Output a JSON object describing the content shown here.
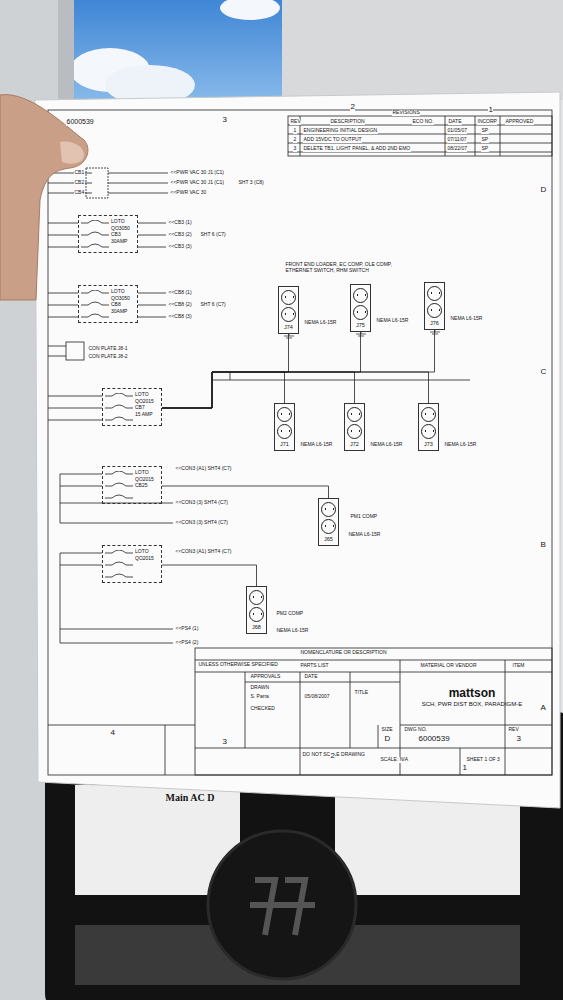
{
  "diagram": {
    "nodes": [
      {
        "text": [
          "LOTO",
          "QO3050",
          "CB3",
          "30AMP"
        ]
      },
      {
        "text": [
          "LOTO",
          "QO3050",
          "CB8",
          "30AMP"
        ]
      },
      {
        "text": [
          "LOTO",
          "QO2015",
          "CB7",
          "15 AMP"
        ]
      },
      {
        "text": [
          "LOTO",
          "QO2015",
          "CB25"
        ]
      },
      {
        "text": [
          "LOTO",
          "QO2015"
        ]
      },
      {
        "text": [
          "J74"
        ]
      },
      {
        "text": [
          "J75"
        ]
      },
      {
        "text": [
          "J76"
        ]
      },
      {
        "text": [
          "J71"
        ]
      },
      {
        "text": [
          "J72"
        ]
      },
      {
        "text": [
          "J73"
        ]
      },
      {
        "text": [
          "J65"
        ]
      },
      {
        "text": [
          "J68"
        ]
      },
      {
        "text": [
          "mattson",
          "SCH, PWR DIST BOX, PARADIGM-E"
        ]
      }
    ],
    "edges": [
      {
        "from": 2,
        "to": 5,
        "arrow": "none"
      },
      {
        "from": 2,
        "to": 6,
        "arrow": "none"
      },
      {
        "from": 2,
        "to": 7,
        "arrow": "none"
      },
      {
        "from": 2,
        "to": 8,
        "arrow": "none"
      },
      {
        "from": 2,
        "to": 9,
        "arrow": "none"
      },
      {
        "from": 2,
        "to": 10,
        "arrow": "none"
      },
      {
        "from": 3,
        "to": 11,
        "arrow": "none"
      },
      {
        "from": 4,
        "to": 12,
        "arrow": "none"
      }
    ],
    "labels": [
      "6000539",
      "3",
      "2",
      "1",
      "REVISIONS",
      "REV",
      "DESCRIPTION",
      "ECO NO.",
      "DATE",
      "INCORP",
      "APPROVED",
      "1",
      "ENGINEERING INITIAL DESIGN",
      "01/05/07",
      "SP",
      "2",
      "ADD 15VDC TO OUTPUT",
      "07/11/07",
      "SP",
      "3",
      "DELETE TB1, LIGHT PANEL, & ADD 2ND EMO",
      "08/22/07",
      "SP",
      "D",
      "C",
      "B",
      "A",
      "CB1",
      "CB2",
      "CB4",
      "<<PWR VAC 30 J1 (C1)",
      "<<PWR VAC 30 J1 (C1)",
      "<<PWR VAC 30",
      "SHT 3 (C8)",
      "<<CB3 (1)",
      "<<CB3 (2)",
      "<<CB3 (3)",
      "SHT 6 (C7)",
      "<<CB8 (1)",
      "<<CB8 (2)",
      "<<CB8 (3)",
      "SHT 6 (C7)",
      "CON PLATE J8-1",
      "CON PLATE J8-2",
      "FRONT END LOADER, EC COMP, OLE COMP, ETHERNET SWITCH, RHM SWITCH",
      "<<CON3 (A1) SHT4 (C7)",
      "<<CON3 (3) SHT4 (C7)",
      "<<CON3 (3) SHT4 (C7)",
      "<<CON3 (A1) SHT4 (C7)",
      "<<PS4 (1)",
      "<<PS4 (2)",
      "PM1 COMP",
      "PM2 COMP",
      "NEMA L6-15R",
      "NEMA L6-15R",
      "NEMA L6-15R",
      "NEMA L6-15R",
      "NEMA L6-15R",
      "NEMA L6-15R",
      "NEMA L6-15R",
      "NEMA L6-15R",
      "UNLESS OTHERWISE SPECIFIED",
      "APPROVALS",
      "DATE",
      "DRAWN",
      "S. Parra",
      "05/08/2007",
      "CHECKED",
      "NOMENCLATURE OR DESCRIPTION",
      "PARTS LIST",
      "MATERIAL OR VENDOR",
      "ITEM",
      "TITLE",
      "SIZE",
      "D",
      "DWG NO.",
      "6000539",
      "REV",
      "3",
      "DO NOT SCALE DRAWING",
      "SCALE: N/A",
      "SHEET 1 OF 3",
      "4",
      "3",
      "2",
      "1",
      "Main AC D"
    ]
  }
}
